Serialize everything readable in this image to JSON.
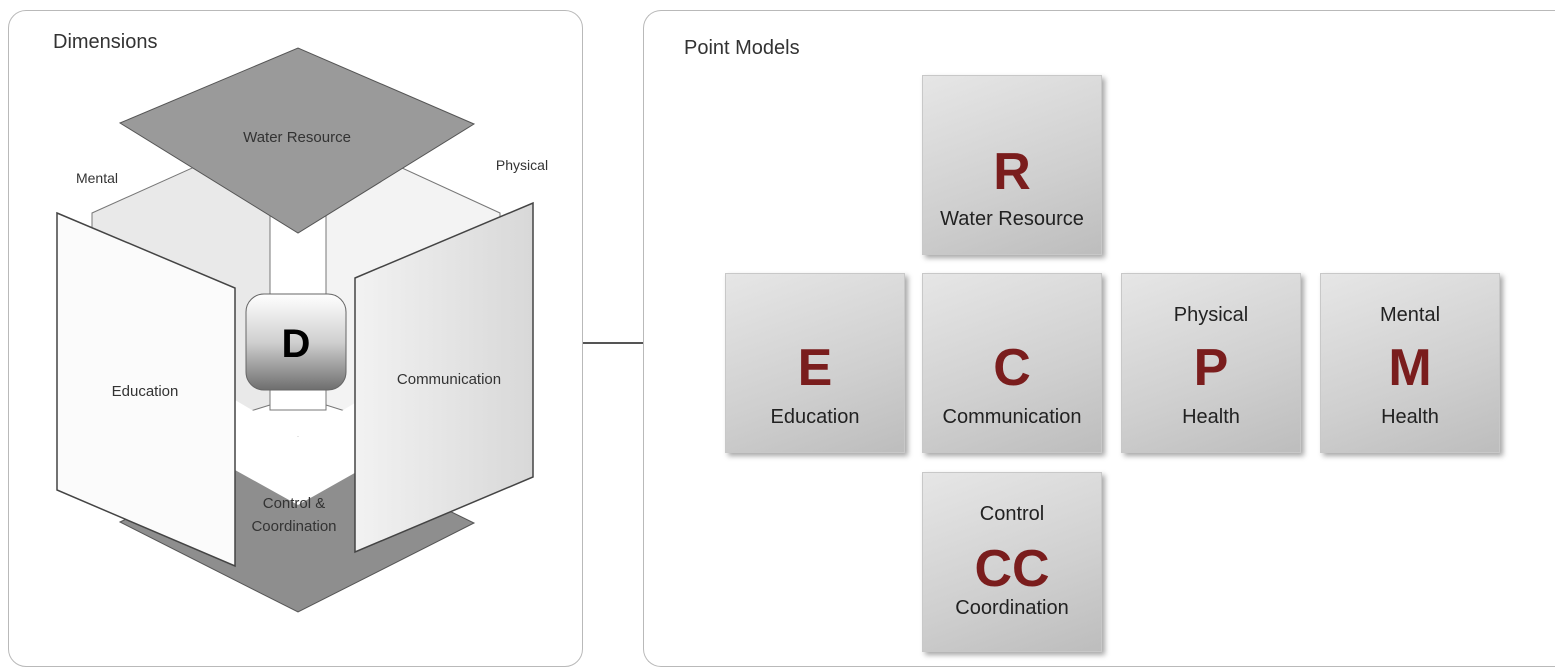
{
  "left_panel": {
    "title": "Dimensions",
    "cube": {
      "top": "Water Resource",
      "left": "Education",
      "right": "Communication",
      "bottom_line1": "Control &",
      "bottom_line2": "Coordination",
      "mental": "Mental",
      "physical": "Physical",
      "center": "D"
    }
  },
  "right_panel": {
    "title": "Point Models",
    "tiles": [
      {
        "id": "R",
        "top": "",
        "letter": "R",
        "bottom": "Water Resource"
      },
      {
        "id": "E",
        "top": "",
        "letter": "E",
        "bottom": "Education"
      },
      {
        "id": "C",
        "top": "",
        "letter": "C",
        "bottom": "Communication"
      },
      {
        "id": "P",
        "top": "Physical",
        "letter": "P",
        "bottom": "Health"
      },
      {
        "id": "M",
        "top": "Mental",
        "letter": "M",
        "bottom": "Health"
      },
      {
        "id": "CC",
        "top": "Control",
        "letter": "CC",
        "bottom": "Coordination"
      }
    ]
  },
  "colors": {
    "letter": "#7a1d1d",
    "panel_border": "#b9b9b9",
    "tile_gray": "#cfcfcf"
  }
}
